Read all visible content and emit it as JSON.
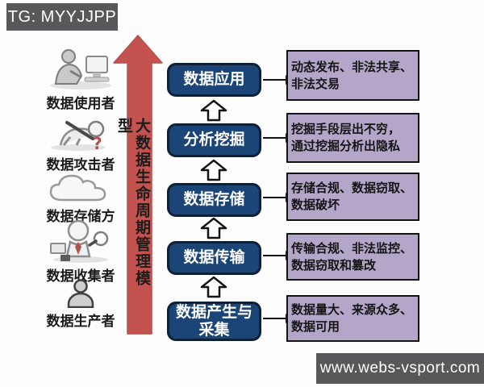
{
  "watermarks": {
    "tg_badge": "TG: MYYJJPP",
    "site_badge": "www.webs-vsport.com"
  },
  "arrow": {
    "label": "大数据生命周期管理模型",
    "direction": "up"
  },
  "roles": [
    {
      "label": "数据使用者",
      "icon": "user-at-computer-icon"
    },
    {
      "label": "数据攻击者",
      "icon": "attacker-magnifier-icon"
    },
    {
      "label": "数据存储方",
      "icon": "cloud-icon"
    },
    {
      "label": "数据收集者",
      "icon": "collector-magnifier-icon"
    },
    {
      "label": "数据生产者",
      "icon": "person-icon"
    }
  ],
  "stages": [
    {
      "label": "数据应用",
      "risk": "动态发布、非法共享、\n非法交易"
    },
    {
      "label": "分析挖掘",
      "risk": "挖掘手段层出不穷，\n通过挖掘分析出隐私"
    },
    {
      "label": "数据存储",
      "risk": "存储合规、数据窃取、\n数据破坏"
    },
    {
      "label": "数据传输",
      "risk": "传输合规、非法监控、\n数据窃取和篡改"
    },
    {
      "label": "数据产生与\n采集",
      "risk": "数据量大、来源众多、\n数据可用"
    }
  ],
  "colors": {
    "arrow_red": "#c4534f",
    "stage_blue": "#1b4577",
    "risk_purple": "#b3a6c9",
    "banner_gray": "#58585a",
    "background": "#fdfdfd"
  }
}
